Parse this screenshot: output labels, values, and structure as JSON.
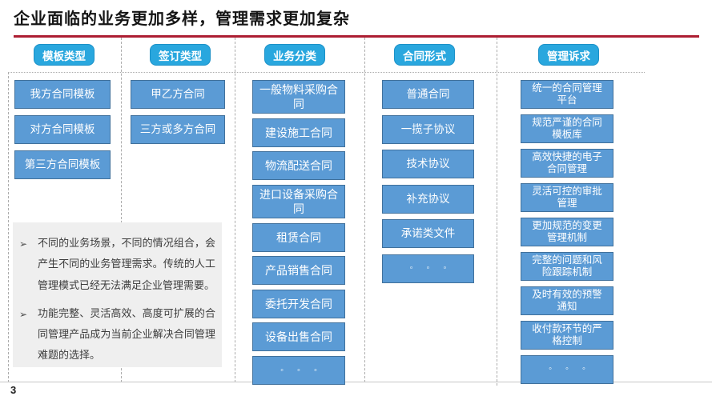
{
  "slide": {
    "title": "企业面临的业务更加多样，管理需求更加复杂",
    "page_number": "3"
  },
  "colors": {
    "title_underline_red": "#AD1E32",
    "header_badge_blue": "#29A7DE",
    "item_box_blue": "#5B9BD5",
    "item_box_border": "#41719C",
    "notes_background": "#EFEFEF"
  },
  "columns": [
    {
      "header": "模板类型",
      "items": [
        "我方合同模板",
        "对方合同模板",
        "第三方合同模板"
      ]
    },
    {
      "header": "签订类型",
      "items": [
        "甲乙方合同",
        "三方或多方合同"
      ]
    },
    {
      "header": "业务分类",
      "items": [
        "一般物料采购合同",
        "建设施工合同",
        "物流配送合同",
        "进口设备采购合同",
        "租赁合同",
        "产品销售合同",
        "委托开发合同",
        "设备出售合同",
        "◦ ◦ ◦"
      ]
    },
    {
      "header": "合同形式",
      "items": [
        "普通合同",
        "一揽子协议",
        "技术协议",
        "补充协议",
        "承诺类文件",
        "◦ ◦ ◦"
      ]
    },
    {
      "header": "管理诉求",
      "items": [
        "统一的合同管理平台",
        "规范严谨的合同模板库",
        "高效快捷的电子合同管理",
        "灵活可控的审批管理",
        "更加规范的变更管理机制",
        "完整的问题和风险跟踪机制",
        "及时有效的预警通知",
        "收付款环节的严格控制",
        "◦ ◦ ◦"
      ]
    }
  ],
  "notes": {
    "bullet_marker": "➢",
    "items": [
      "不同的业务场景，不同的情况组合，会产生不同的业务管理需求。传统的人工管理模式已经无法满足企业管理需要。",
      "功能完整、灵活高效、高度可扩展的合同管理产品成为当前企业解决合同管理难题的选择。"
    ]
  }
}
